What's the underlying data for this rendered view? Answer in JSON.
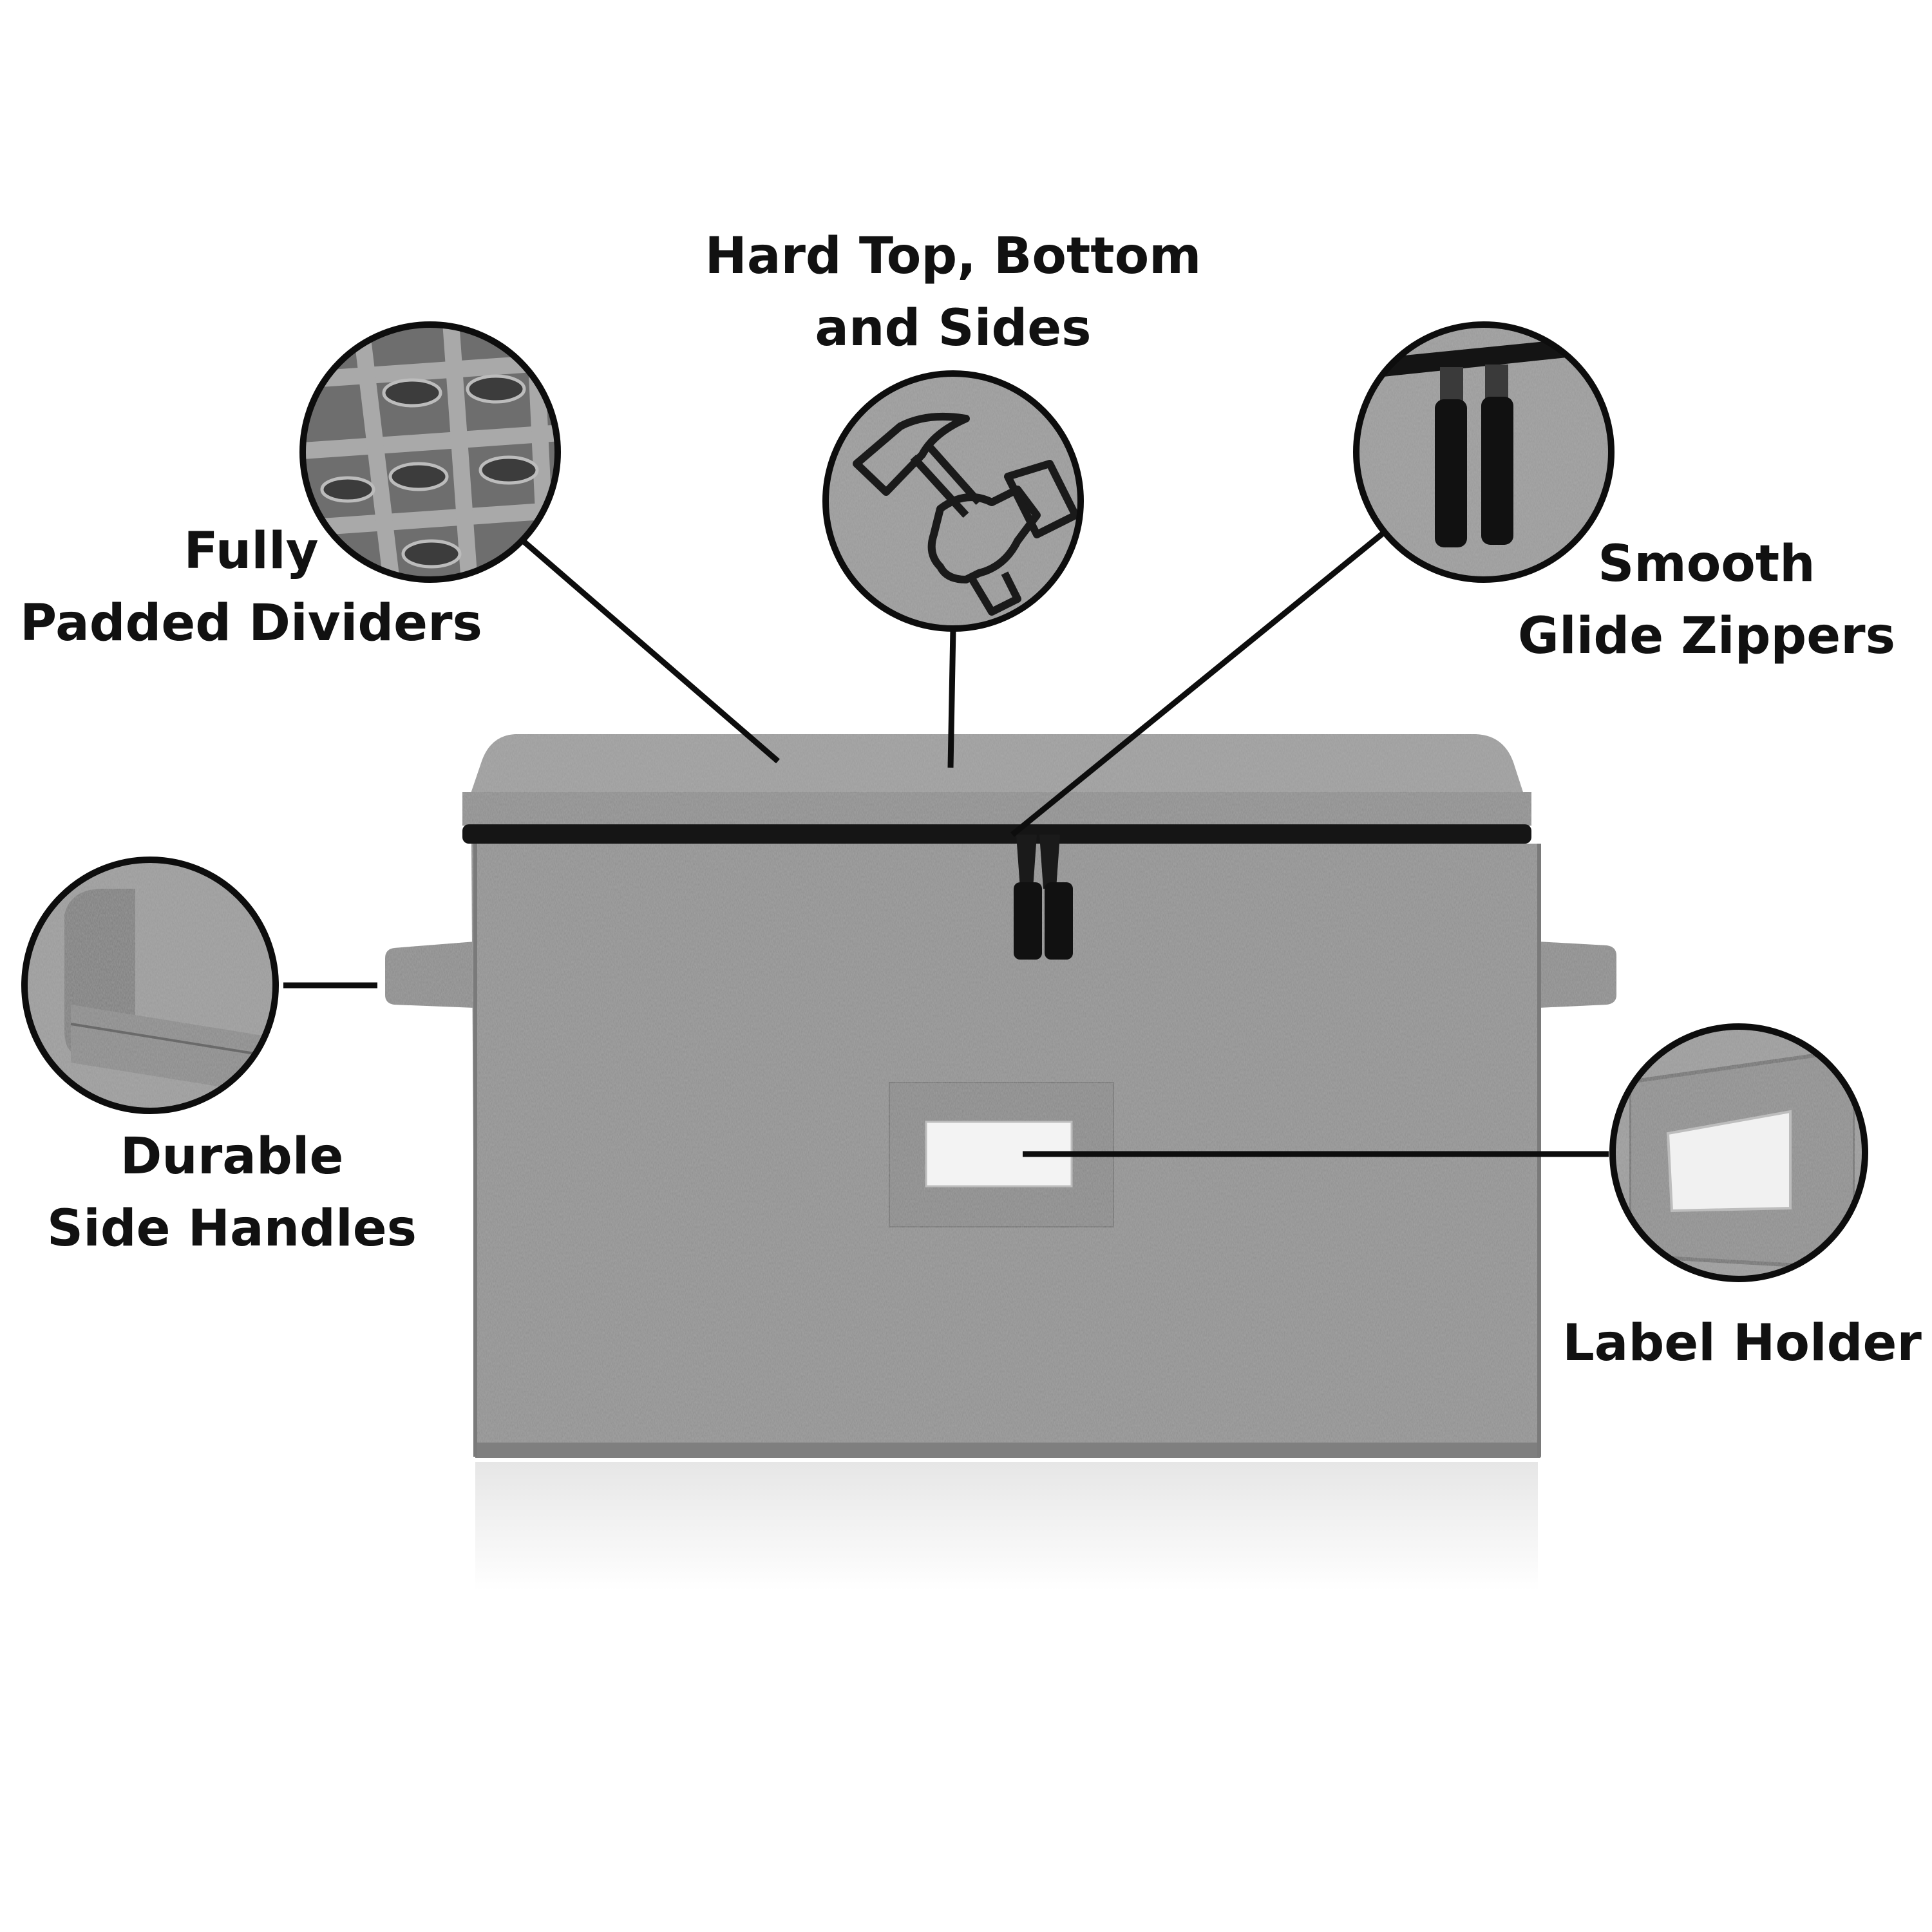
{
  "callouts": {
    "dividers": {
      "line1": "Fully",
      "line2": "Padded Dividers"
    },
    "hard_top": {
      "line1": "Hard Top, Bottom",
      "line2": "and Sides"
    },
    "zippers": {
      "line1": "Smooth",
      "line2": "Glide Zippers"
    },
    "handles": {
      "line1": "Durable",
      "line2": "Side Handles"
    },
    "label_holder": {
      "line1": "Label Holder"
    }
  },
  "colors": {
    "fabric": "#8f8f8f",
    "fabric_dark": "#767676",
    "fabric_light": "#a6a6a6",
    "outline": "#111111",
    "background": "#ffffff"
  },
  "icons": [
    "padded-dividers-icon",
    "hammer-in-hand-icon",
    "zipper-pulls-icon",
    "side-handle-icon",
    "label-holder-icon"
  ]
}
